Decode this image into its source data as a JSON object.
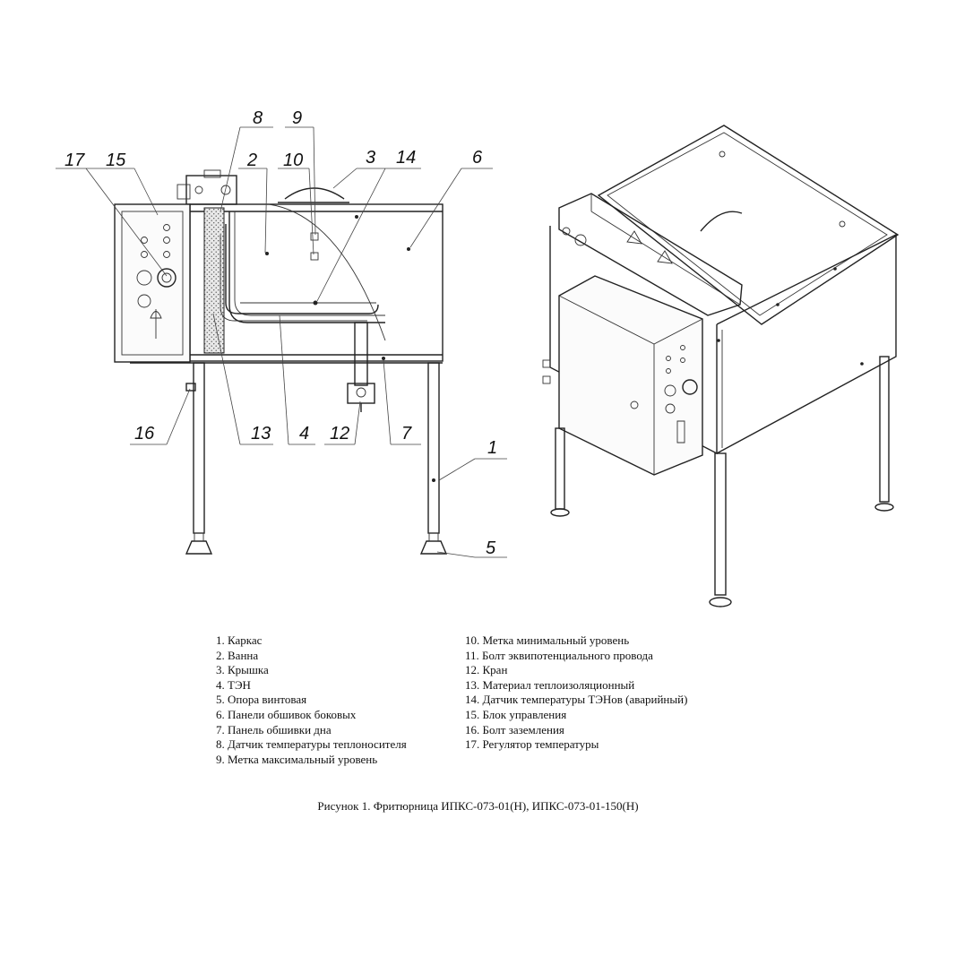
{
  "callouts": {
    "c1": "1",
    "c2": "2",
    "c3": "3",
    "c4": "4",
    "c5": "5",
    "c6": "6",
    "c7": "7",
    "c8": "8",
    "c9": "9",
    "c10": "10",
    "c12": "12",
    "c13": "13",
    "c14": "14",
    "c15": "15",
    "c16": "16",
    "c17": "17"
  },
  "legend_left": [
    "1. Каркас",
    "2. Ванна",
    "3. Крышка",
    "4. ТЭН",
    "5. Опора винтовая",
    "6. Панели обшивок боковых",
    "7. Панель обшивки дна",
    "8. Датчик температуры теплоносителя",
    "9. Метка максимальный уровень"
  ],
  "legend_right": [
    "10. Метка минимальный уровень",
    "11. Болт эквипотенциального провода",
    "12. Кран",
    "13. Материал теплоизоляционный",
    "14. Датчик температуры ТЭНов (аварийный)",
    "15. Блок управления",
    "16. Болт заземления",
    "17. Регулятор температуры"
  ],
  "caption": "Рисунок 1. Фритюрница ИПКС-073-01(Н), ИПКС-073-01-150(Н)"
}
